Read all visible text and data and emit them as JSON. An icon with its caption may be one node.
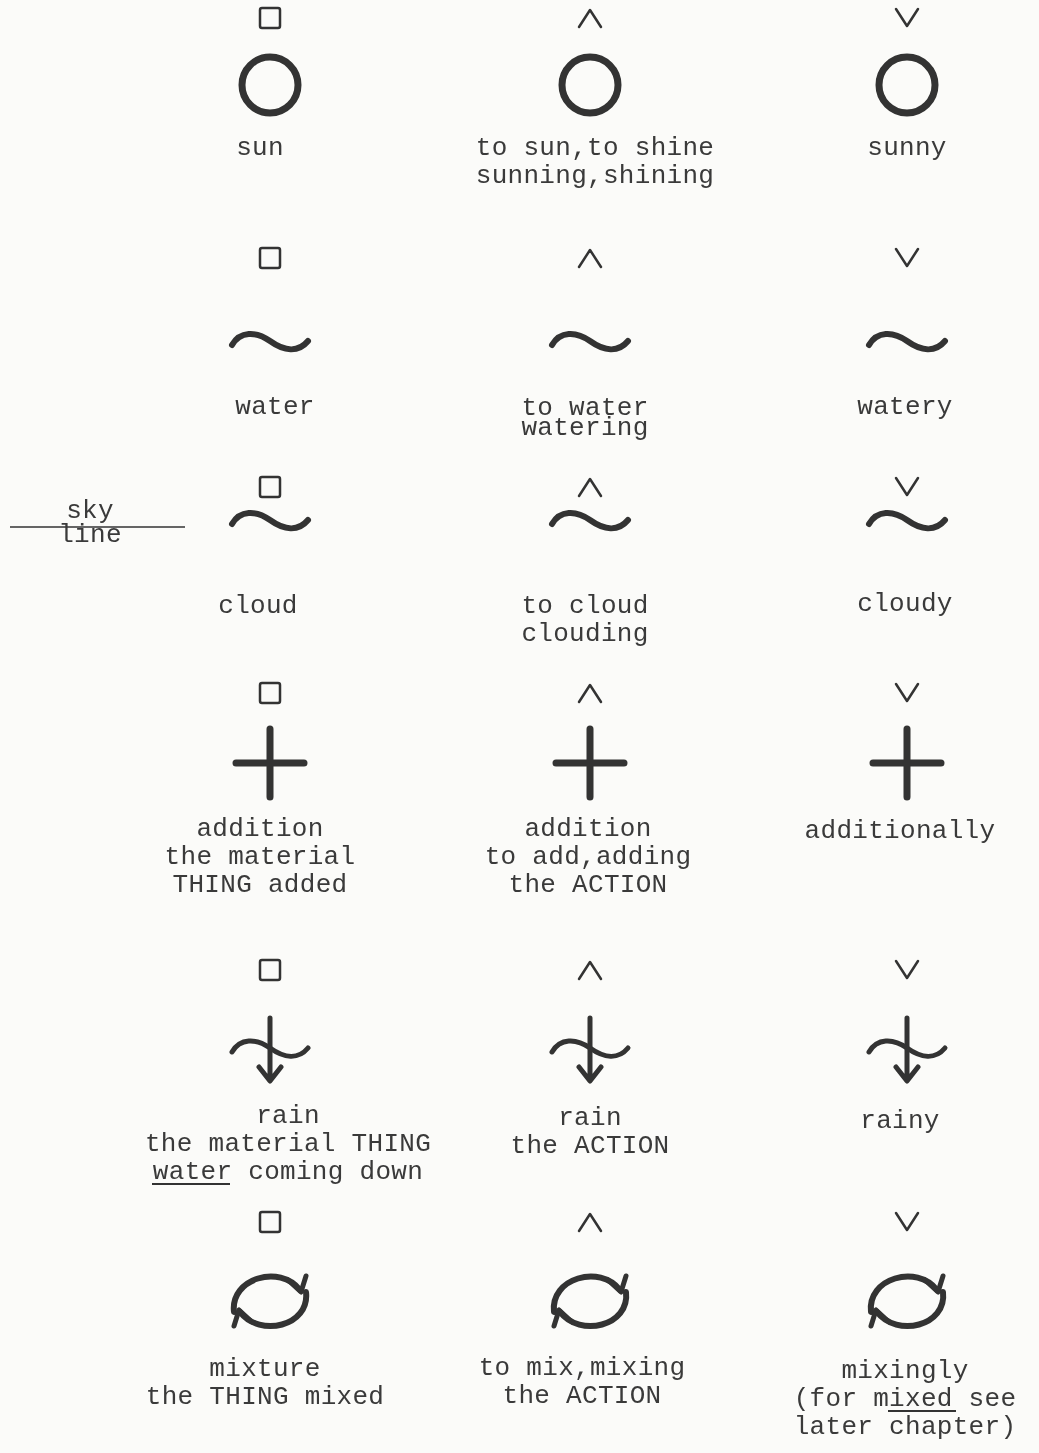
{
  "diagram": {
    "labels": [
      "sun",
      "to sun,to shine sunning,shining",
      "sunny",
      "water",
      "to water watering",
      "watery",
      "sky",
      "line",
      "cloud",
      "to cloud clouding",
      "cloudy",
      "addition the material THING added",
      "addition to add,adding the ACTION",
      "additionally",
      "rain the material THING water coming down",
      "rain the ACTION",
      "rainy",
      "mixture the THING mixed",
      "to mix,mixing the ACTION",
      "mixingly (for mixed see later chapter)"
    ]
  }
}
